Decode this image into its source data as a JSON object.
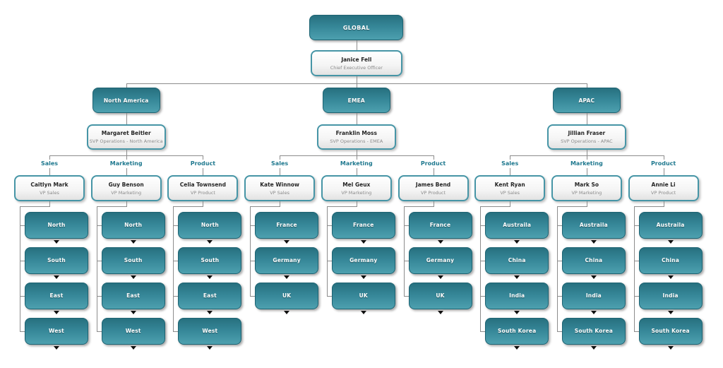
{
  "chart": {
    "root_label": "GLOBAL",
    "ceo": {
      "name": "Janice Fell",
      "title": "Chief Executive Officer"
    },
    "regions": [
      {
        "label": "North America",
        "svp": {
          "name": "Margaret Beitler",
          "title": "SVP Operations - North America"
        },
        "departments": [
          {
            "label": "Sales",
            "vp": {
              "name": "Caitlyn Mark",
              "title": "VP Sales"
            },
            "territories": [
              "North",
              "South",
              "East",
              "West"
            ]
          },
          {
            "label": "Marketing",
            "vp": {
              "name": "Guy Benson",
              "title": "VP Marketing"
            },
            "territories": [
              "North",
              "South",
              "East",
              "West"
            ]
          },
          {
            "label": "Product",
            "vp": {
              "name": "Celia Townsend",
              "title": "VP Product"
            },
            "territories": [
              "North",
              "South",
              "East",
              "West"
            ]
          }
        ]
      },
      {
        "label": "EMEA",
        "svp": {
          "name": "Franklin Moss",
          "title": "SVP Operations - EMEA"
        },
        "departments": [
          {
            "label": "Sales",
            "vp": {
              "name": "Kate Winnow",
              "title": "VP Sales"
            },
            "territories": [
              "France",
              "Germany",
              "UK"
            ]
          },
          {
            "label": "Marketing",
            "vp": {
              "name": "Mel Geux",
              "title": "VP Marketing"
            },
            "territories": [
              "France",
              "Germany",
              "UK"
            ]
          },
          {
            "label": "Product",
            "vp": {
              "name": "James Bend",
              "title": "VP Product"
            },
            "territories": [
              "France",
              "Germany",
              "UK"
            ]
          }
        ]
      },
      {
        "label": "APAC",
        "svp": {
          "name": "Jillian Fraser",
          "title": "SVP Operations - APAC"
        },
        "departments": [
          {
            "label": "Sales",
            "vp": {
              "name": "Kent Ryan",
              "title": "VP Sales"
            },
            "territories": [
              "Austraila",
              "China",
              "India",
              "South Korea"
            ]
          },
          {
            "label": "Marketing",
            "vp": {
              "name": "Mark So",
              "title": "VP Marketing"
            },
            "territories": [
              "Austraila",
              "China",
              "India",
              "South Korea"
            ]
          },
          {
            "label": "Product",
            "vp": {
              "name": "Annie Li",
              "title": "VP Product"
            },
            "territories": [
              "Austraila",
              "China",
              "India",
              "South Korea"
            ]
          }
        ]
      }
    ]
  },
  "colors": {
    "teal_top": "#27707f",
    "teal_mid": "#358697",
    "teal_bottom": "#4da0af",
    "teal_border": "#1d6372",
    "white_border": "#4695a6",
    "dept_label": "#20798f",
    "connector": "#8c8c8c",
    "name_text": "#252525",
    "title_text": "#8a8a8a",
    "triangle": "#101010",
    "background": "#ffffff"
  }
}
